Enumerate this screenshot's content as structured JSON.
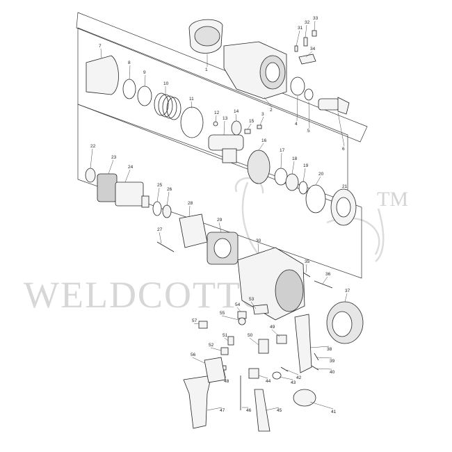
{
  "watermark": {
    "text": "WELDCOTTOR",
    "trademark": "TM"
  },
  "parts": [
    {
      "n": "1"
    },
    {
      "n": "2"
    },
    {
      "n": "3"
    },
    {
      "n": "4"
    },
    {
      "n": "5"
    },
    {
      "n": "6"
    },
    {
      "n": "7"
    },
    {
      "n": "8"
    },
    {
      "n": "9"
    },
    {
      "n": "10"
    },
    {
      "n": "11"
    },
    {
      "n": "12"
    },
    {
      "n": "13"
    },
    {
      "n": "14"
    },
    {
      "n": "15"
    },
    {
      "n": "16"
    },
    {
      "n": "17"
    },
    {
      "n": "18"
    },
    {
      "n": "19"
    },
    {
      "n": "20"
    },
    {
      "n": "21"
    },
    {
      "n": "22"
    },
    {
      "n": "23"
    },
    {
      "n": "24"
    },
    {
      "n": "25"
    },
    {
      "n": "26"
    },
    {
      "n": "27"
    },
    {
      "n": "28"
    },
    {
      "n": "29"
    },
    {
      "n": "30"
    },
    {
      "n": "31"
    },
    {
      "n": "32"
    },
    {
      "n": "33"
    },
    {
      "n": "34"
    },
    {
      "n": "35"
    },
    {
      "n": "36"
    },
    {
      "n": "37"
    },
    {
      "n": "38"
    },
    {
      "n": "39"
    },
    {
      "n": "40"
    },
    {
      "n": "41"
    },
    {
      "n": "42"
    },
    {
      "n": "43"
    },
    {
      "n": "44"
    },
    {
      "n": "45"
    },
    {
      "n": "46"
    },
    {
      "n": "47"
    },
    {
      "n": "48"
    },
    {
      "n": "49"
    },
    {
      "n": "50"
    },
    {
      "n": "51"
    },
    {
      "n": "52"
    },
    {
      "n": "53"
    },
    {
      "n": "54"
    },
    {
      "n": "55"
    },
    {
      "n": "56"
    },
    {
      "n": "57"
    }
  ]
}
